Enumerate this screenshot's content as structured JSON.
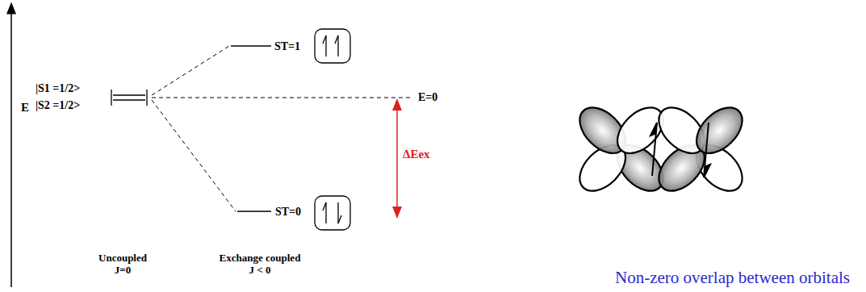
{
  "diagram": {
    "labels": [
      "E",
      "|S1 =1/2>",
      "|S2 =1/2>",
      "ST=1",
      "E=0",
      "ΔEex",
      "ST=0",
      "Uncoupled",
      "J=0",
      "Exchange coupled",
      "J < 0",
      "Non-zero overlap between orbitals"
    ]
  }
}
